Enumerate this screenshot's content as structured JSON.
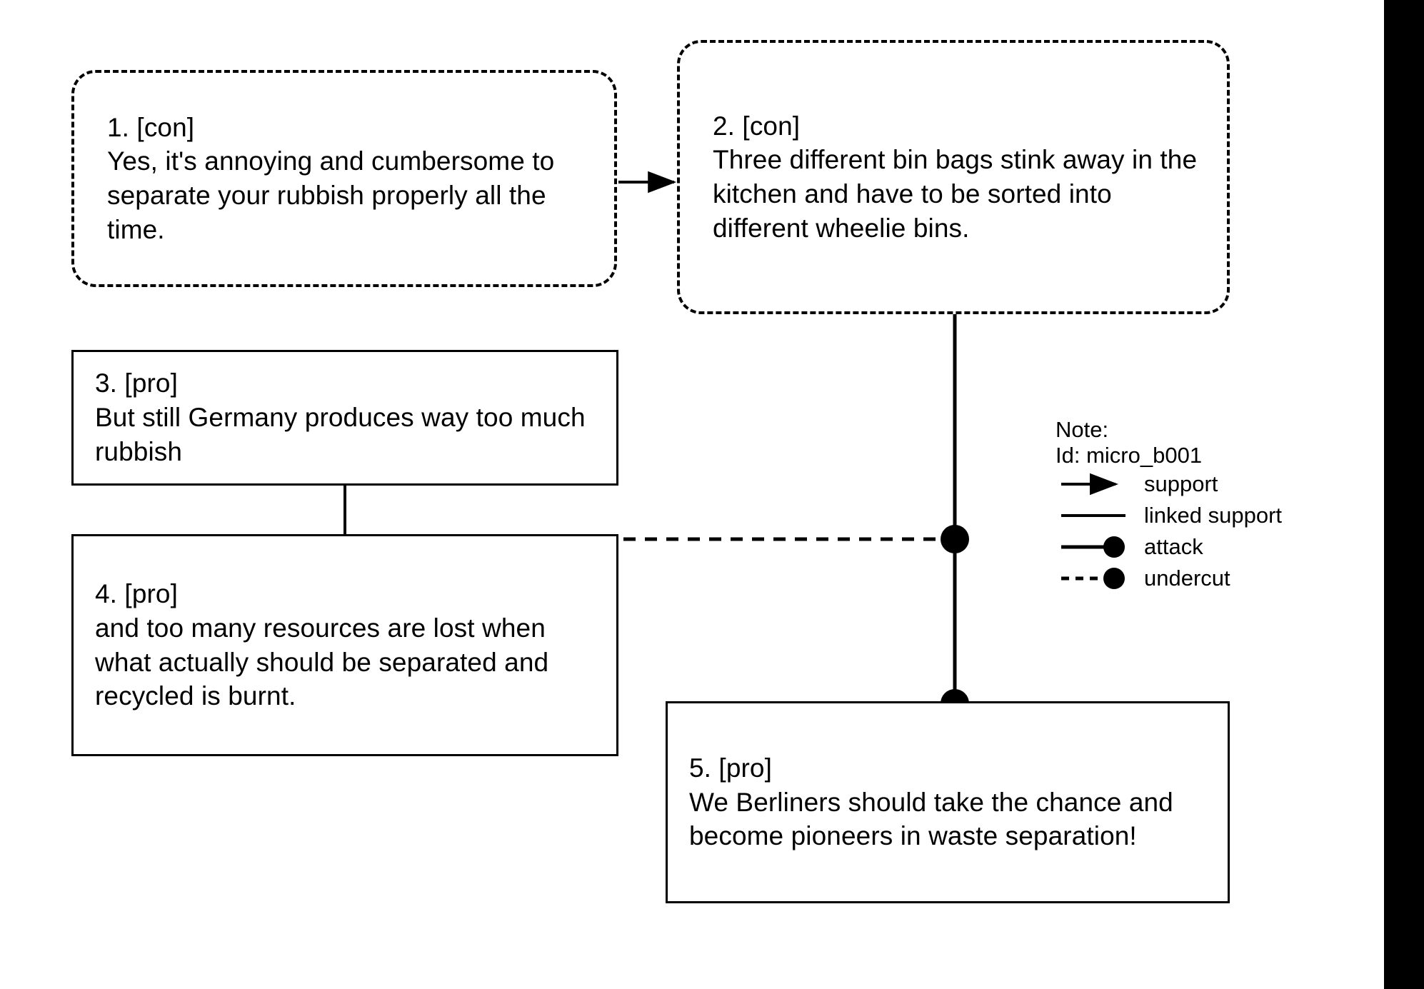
{
  "diagram": {
    "type": "argumentation-microtext-graph",
    "nodes": [
      {
        "id": "node1",
        "head": "1. [con]",
        "text": "Yes, it's annoying and cumbersome to separate your rubbish properly all the time.",
        "stance": "con",
        "style": "dashed-rounded"
      },
      {
        "id": "node2",
        "head": "2. [con]",
        "text": "Three different bin bags stink away in the kitchen and have to be sorted into different wheelie bins.",
        "stance": "con",
        "style": "dashed-rounded"
      },
      {
        "id": "node3",
        "head": "3. [pro]",
        "text": "But still Germany produces way too much rubbish",
        "stance": "pro",
        "style": "solid-rect"
      },
      {
        "id": "node4",
        "head": "4. [pro]",
        "text": "and too many resources are lost when what actually should be separated and recycled is burnt.",
        "stance": "pro",
        "style": "solid-rect"
      },
      {
        "id": "node5",
        "head": "5. [pro]",
        "text": "We Berliners should take the chance and become pioneers in waste separation!",
        "stance": "pro",
        "style": "solid-rect"
      }
    ],
    "edges": [
      {
        "from": "node1",
        "to": "node2",
        "relation": "support"
      },
      {
        "from": "node3",
        "to": "node4",
        "relation": "linked support"
      },
      {
        "from": "node3+node4",
        "to": "edge(node2,node5)",
        "relation": "undercut"
      },
      {
        "from": "node2",
        "to": "node5",
        "relation": "attack"
      }
    ]
  },
  "legend": {
    "title": "Note:",
    "id_label": "Id: micro_b001",
    "items": [
      {
        "symbol": "support-arrow",
        "label": "support"
      },
      {
        "symbol": "plain-line",
        "label": "linked support"
      },
      {
        "symbol": "line-with-dot",
        "label": "attack"
      },
      {
        "symbol": "dashed-line-with-dot",
        "label": "undercut"
      }
    ]
  },
  "colors": {
    "ink": "#000000",
    "background": "#ffffff",
    "strip": "#000000"
  }
}
